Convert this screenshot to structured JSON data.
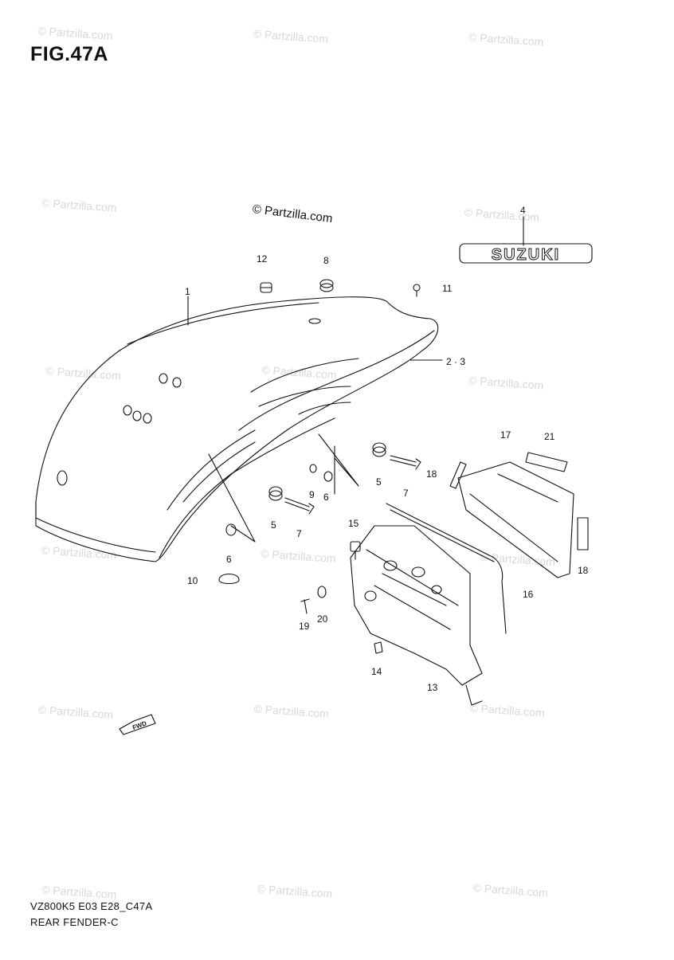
{
  "figure": {
    "title": "FIG.47A",
    "code": "VZ800K5 E03 E28_C47A",
    "name": "REAR FENDER-C",
    "copyright": "© Partzilla.com"
  },
  "watermark_text": "© Partzilla.com",
  "fwd_label": "FWD",
  "brand_badge": "SUZUKI",
  "callouts": [
    {
      "id": "c1",
      "label": "1"
    },
    {
      "id": "c23",
      "label": "2 · 3"
    },
    {
      "id": "c4",
      "label": "4"
    },
    {
      "id": "c5a",
      "label": "5"
    },
    {
      "id": "c5b",
      "label": "5"
    },
    {
      "id": "c6a",
      "label": "6"
    },
    {
      "id": "c6b",
      "label": "6"
    },
    {
      "id": "c7a",
      "label": "7"
    },
    {
      "id": "c7b",
      "label": "7"
    },
    {
      "id": "c8",
      "label": "8"
    },
    {
      "id": "c9",
      "label": "9"
    },
    {
      "id": "c10",
      "label": "10"
    },
    {
      "id": "c11",
      "label": "11"
    },
    {
      "id": "c12",
      "label": "12"
    },
    {
      "id": "c13",
      "label": "13"
    },
    {
      "id": "c14",
      "label": "14"
    },
    {
      "id": "c15",
      "label": "15"
    },
    {
      "id": "c16",
      "label": "16"
    },
    {
      "id": "c17",
      "label": "17"
    },
    {
      "id": "c18a",
      "label": "18"
    },
    {
      "id": "c18b",
      "label": "18"
    },
    {
      "id": "c19",
      "label": "19"
    },
    {
      "id": "c20",
      "label": "20"
    },
    {
      "id": "c21",
      "label": "21"
    }
  ],
  "colors": {
    "line": "#111111",
    "watermark": "#d8d8d8",
    "background": "#ffffff"
  }
}
